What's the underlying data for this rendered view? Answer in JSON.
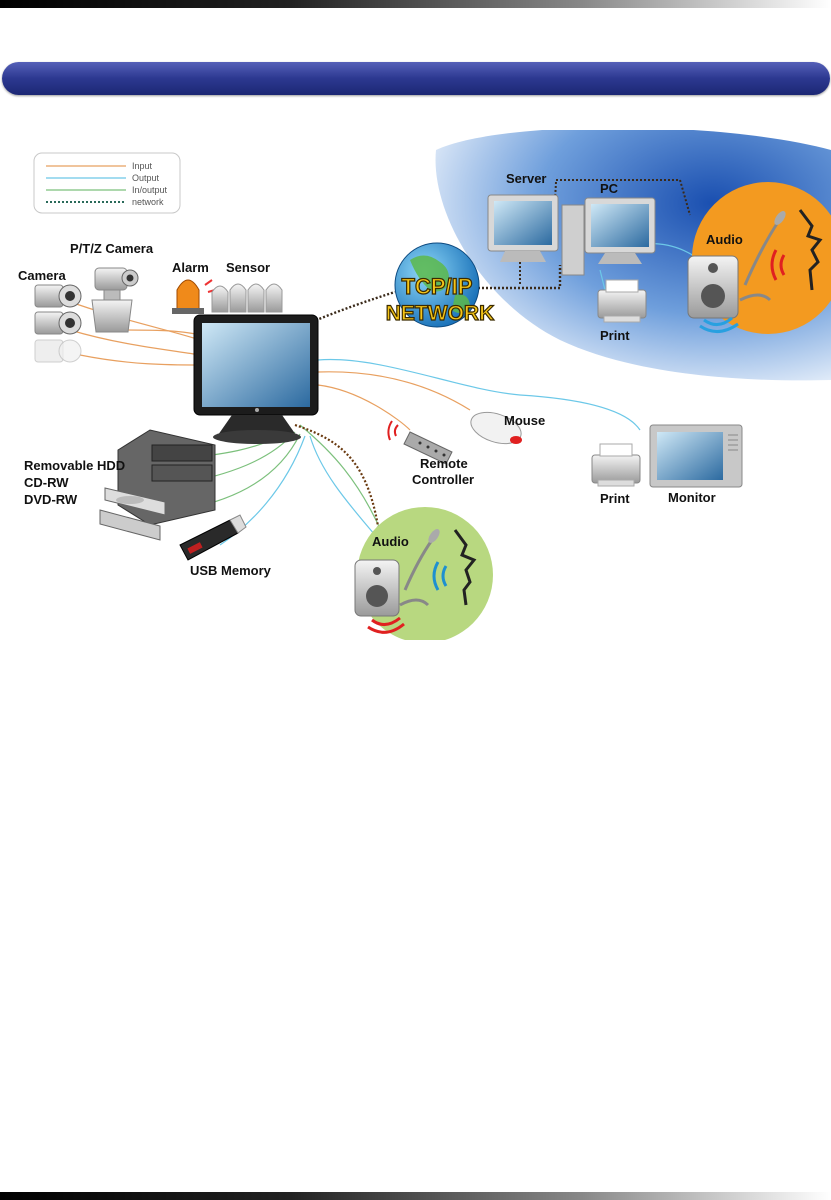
{
  "colors": {
    "input": "#e8a060",
    "output": "#6cc8e8",
    "inout": "#7cc07c",
    "network": "#2a6a5a",
    "banner": "#2c3890",
    "orange_circle": "#f39a20",
    "green_circle": "#b8d880"
  },
  "legend": {
    "input": "Input",
    "output": "Output",
    "inout": "In/output",
    "network": "network"
  },
  "labels": {
    "camera": "Camera",
    "ptz_camera": "P/T/Z Camera",
    "alarm": "Alarm",
    "sensor": "Sensor",
    "tcpip": "TCP/IP",
    "network": "NETWORK",
    "server": "Server",
    "pc": "PC",
    "audio_top": "Audio",
    "print_top": "Print",
    "mouse": "Mouse",
    "remote": "Remote",
    "controller": "Controller",
    "print": "Print",
    "monitor": "Monitor",
    "removable_hdd": "Removable HDD",
    "cd_rw": "CD-RW",
    "dvd_rw": "DVD-RW",
    "usb_memory": "USB Memory",
    "audio_bottom": "Audio"
  },
  "icons": [
    "camera-icon",
    "ptz-camera-icon",
    "alarm-icon",
    "sensor-icon",
    "globe-icon",
    "server-icon",
    "pc-icon",
    "printer-icon",
    "microphone-icon",
    "speaker-icon",
    "mouse-icon",
    "remote-control-icon",
    "monitor-icon",
    "dvr-monitor-icon",
    "storage-drive-icon",
    "usb-drive-icon"
  ]
}
